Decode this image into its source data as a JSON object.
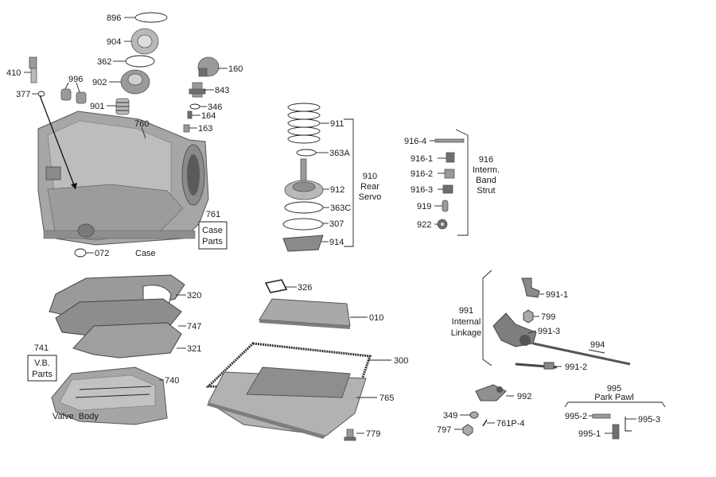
{
  "callouts": {
    "c896": "896",
    "c904": "904",
    "c362": "362",
    "c902": "902",
    "c901": "901",
    "c996": "996",
    "c410": "410",
    "c377": "377",
    "c160": "160",
    "c843": "843",
    "c346": "346",
    "c164": "164",
    "c163": "163",
    "c760": "760",
    "c072": "072",
    "c911": "911",
    "c363A": "363A",
    "c912": "912",
    "c363C": "363C",
    "c307": "307",
    "c914": "914",
    "c9164": "916-4",
    "c9161": "916-1",
    "c9162": "916-2",
    "c9163": "916-3",
    "c919": "919",
    "c922": "922",
    "c320": "320",
    "c747": "747",
    "c321": "321",
    "c740": "740",
    "c326": "326",
    "c010": "010",
    "c300": "300",
    "c765": "765",
    "c779": "779",
    "c9911": "991-1",
    "c799": "799",
    "c9913": "991-3",
    "c994": "994",
    "c9912": "991-2",
    "c992": "992",
    "c349": "349",
    "c797": "797",
    "c761P4": "761P-4",
    "c9952": "995-2",
    "c9953": "995-3",
    "c9951": "995-1"
  },
  "captions": {
    "case": "Case",
    "valve_body": "Valve  Body",
    "case_parts_box": [
      "761",
      "Case",
      "Parts"
    ],
    "vb_parts_box": [
      "741",
      "V.B.",
      "Parts"
    ],
    "rear_servo_group": [
      "910",
      "Rear",
      "Servo"
    ],
    "interm_band_strut_group": [
      "916",
      "Interm.",
      "Band",
      "Strut"
    ],
    "internal_linkage_group": [
      "991",
      "Internal",
      "Linkage"
    ],
    "park_pawl_group": [
      "995",
      "Park Pawl"
    ]
  }
}
